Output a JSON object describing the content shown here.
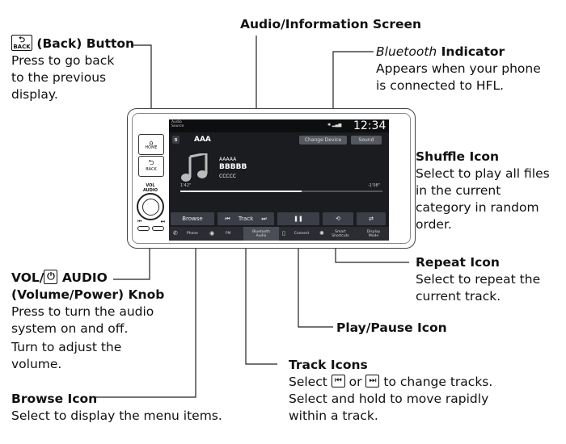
{
  "callouts": {
    "screen": {
      "title": "Audio/Information Screen"
    },
    "back": {
      "title": "(Back) Button",
      "icon_text": "BACK",
      "body": "Press to go back\nto the previous\ndisplay."
    },
    "bluetooth": {
      "title_italic": "Bluetooth",
      "title_rest": " Indicator",
      "body": "Appears when your phone\nis connected to HFL."
    },
    "shuffle": {
      "title": "Shuffle Icon",
      "body": "Select to play all files\nin the current\ncategory in random\norder."
    },
    "vol": {
      "title_a": "VOL/",
      "title_b": " AUDIO",
      "title_line2": "(Volume/Power) Knob",
      "body": "Press to turn the audio\nsystem on and off.",
      "body2": "Turn to adjust the\nvolume."
    },
    "repeat": {
      "title": "Repeat Icon",
      "body": "Select to repeat the\ncurrent track."
    },
    "playpause": {
      "title": "Play/Pause Icon"
    },
    "track": {
      "title": "Track Icons",
      "line1_a": "Select ",
      "line1_b": " or ",
      "line1_c": " to change tracks.",
      "body": "Select and hold to move rapidly\nwithin a track."
    },
    "browse": {
      "title": "Browse Icon",
      "body": "Select to display the menu items."
    }
  },
  "unit": {
    "home_label": "HOME",
    "back_label": "BACK",
    "vol_label": "VOL\nAUDIO"
  },
  "screen": {
    "source_label": "Audio\nSource",
    "clock": "12:34",
    "source_name": "AAA",
    "change_device": "Change Device",
    "sound": "Sound",
    "track_line1": "AAAAA",
    "track_line2": "BBBBB",
    "track_line3": "CCCCC",
    "elapsed": "1'42\"",
    "remaining": "-1'08\"",
    "progress": 0.6,
    "browse": "Browse",
    "track": "Track",
    "nav": [
      "Phone",
      "FM",
      "Bluetooth\nAudio",
      "Connect",
      "Smart\nShortcuts",
      "Display\nMode"
    ]
  }
}
